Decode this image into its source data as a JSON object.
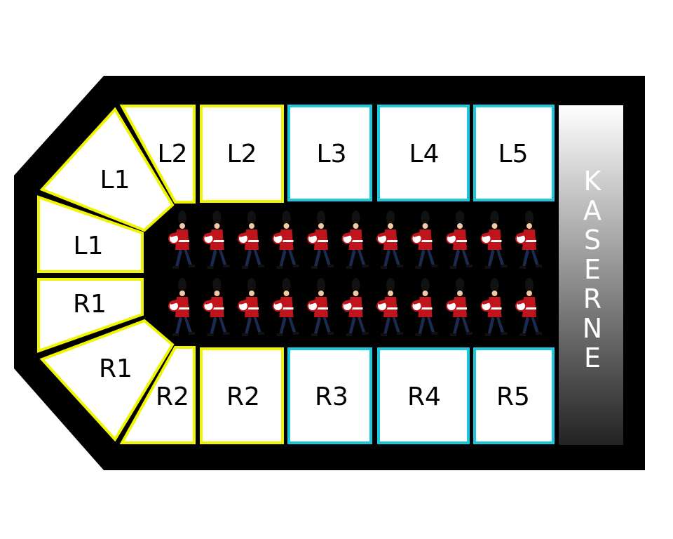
{
  "colors": {
    "frame": "#000000",
    "section_fill": "#ffffff",
    "outline_yellow": "#f0f500",
    "outline_cyan": "#1ec8dc",
    "soldier_coat": "#c0141c",
    "soldier_trousers": "#1c2a52",
    "soldier_hat": "#111111",
    "kaserne_top": "#ffffff",
    "kaserne_bottom": "#222222"
  },
  "sections": [
    {
      "id": "l1-upper",
      "label": "L1",
      "outline": "yellow"
    },
    {
      "id": "l2-wedge",
      "label": "L2",
      "outline": "yellow"
    },
    {
      "id": "l2",
      "label": "L2",
      "outline": "yellow"
    },
    {
      "id": "l3",
      "label": "L3",
      "outline": "cyan"
    },
    {
      "id": "l4",
      "label": "L4",
      "outline": "cyan"
    },
    {
      "id": "l5",
      "label": "L5",
      "outline": "cyan"
    },
    {
      "id": "l1-lower",
      "label": "L1",
      "outline": "yellow"
    },
    {
      "id": "r1-upper",
      "label": "R1",
      "outline": "yellow"
    },
    {
      "id": "r1-lower",
      "label": "R1",
      "outline": "yellow"
    },
    {
      "id": "r2-wedge",
      "label": "R2",
      "outline": "yellow"
    },
    {
      "id": "r2",
      "label": "R2",
      "outline": "yellow"
    },
    {
      "id": "r3",
      "label": "R3",
      "outline": "cyan"
    },
    {
      "id": "r4",
      "label": "R4",
      "outline": "cyan"
    },
    {
      "id": "r5",
      "label": "R5",
      "outline": "cyan"
    }
  ],
  "kaserne": {
    "letters": [
      "K",
      "A",
      "S",
      "E",
      "R",
      "N",
      "E"
    ]
  },
  "guards": {
    "rows": 2,
    "per_row": 11,
    "icon": "guard-soldier-icon"
  }
}
